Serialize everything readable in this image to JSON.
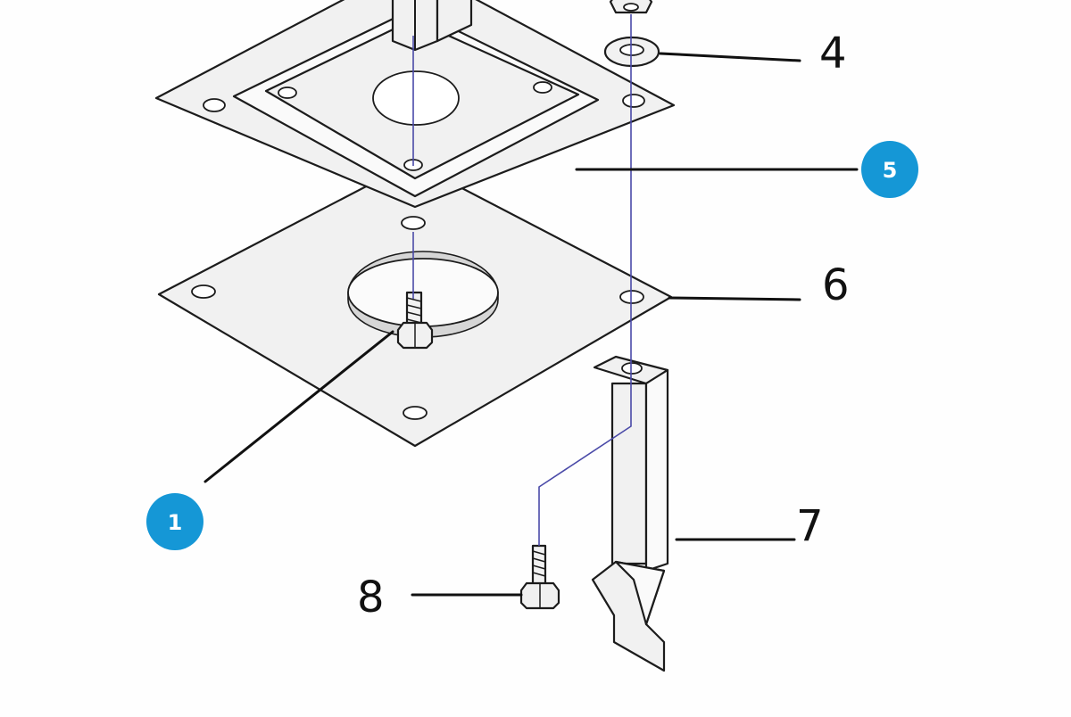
{
  "labels": {
    "item_1": "1",
    "item_4": "4",
    "item_5": "5",
    "item_6": "6",
    "item_7": "7",
    "item_8": "8"
  },
  "colors": {
    "badge": "#1597d6",
    "axis_line": "#4a4aa8",
    "part_fill": "#f1f1f1",
    "outline": "#1c1c1c"
  }
}
